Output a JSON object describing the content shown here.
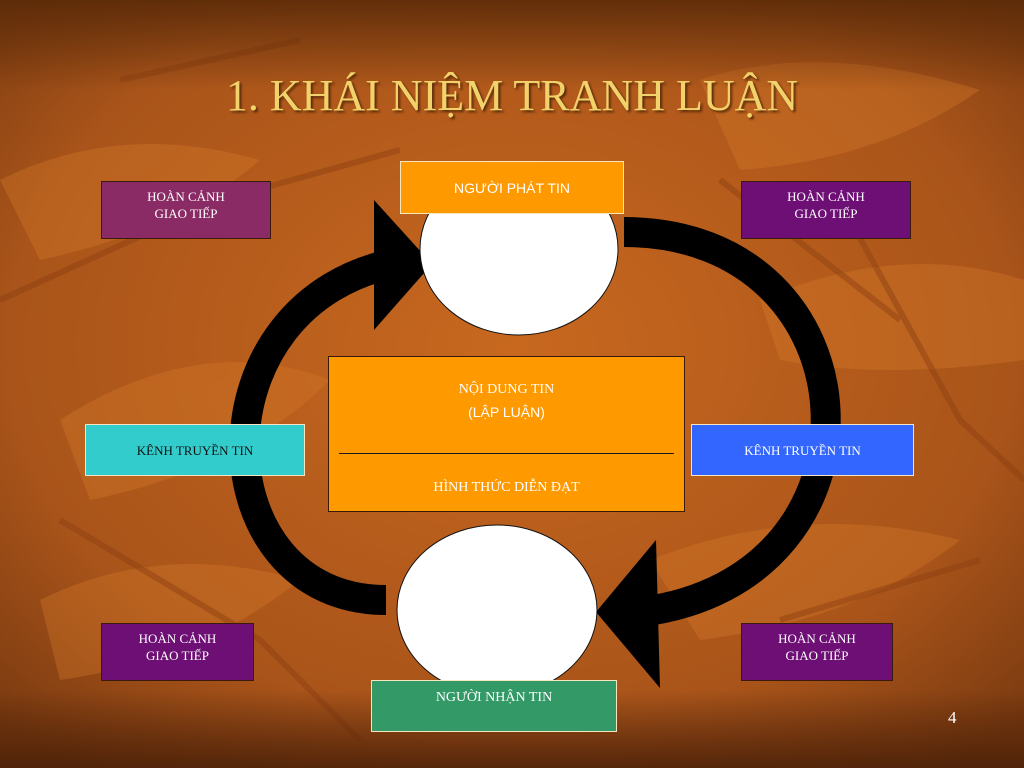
{
  "title": "1. KHÁI NIỆM TRANH LUẬN",
  "sender": "NGƯỜI PHÁT TIN",
  "receiver": "NGƯỜI NHẬN TIN",
  "context": {
    "line1": "HOÀN CẢNH",
    "line2": "GIAO TIẾP"
  },
  "channel": "KÊNH  TRUYỀN TIN",
  "content": {
    "line1": "NỘI DUNG TIN",
    "line2": "(LẬP LUẬN)",
    "line3": "HÌNH THỨC DIỄN ĐẠT"
  },
  "page_number": "4",
  "colors": {
    "background": "#b05a1c",
    "title": "#f2d26a",
    "orange": "#ff9900",
    "purple": "#6d0f74",
    "mauve": "#8b2b66",
    "teal": "#33cccc",
    "blue": "#3366ff",
    "green": "#339966"
  }
}
